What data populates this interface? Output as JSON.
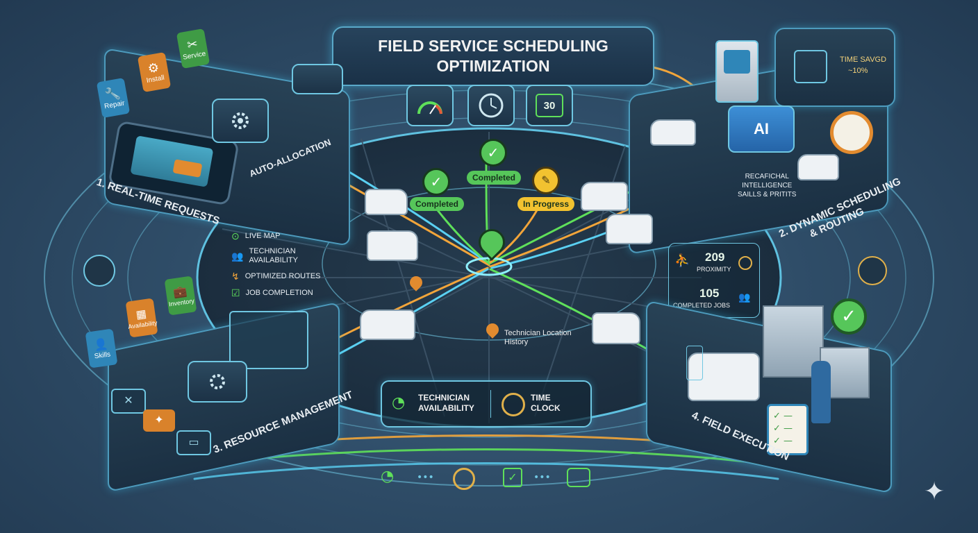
{
  "title": {
    "line1": "FIELD SERVICE SCHEDULING",
    "line2": "OPTIMIZATION"
  },
  "top_icons": {
    "speed": "speedometer-icon",
    "clock": "clock-icon",
    "calendar_day": "30"
  },
  "request_types": [
    {
      "label": "Repair",
      "color": "#2f86b8"
    },
    {
      "label": "Install",
      "color": "#d9822b"
    },
    {
      "label": "Service",
      "color": "#3f9b45"
    }
  ],
  "stages": {
    "s1": "1. REAL-TIME REQUESTS",
    "auto_allocation": "AUTO-ALLOCATION",
    "s2_line1": "2. DYNAMIC SCHEDULING",
    "s2_line2": "& ROUTING",
    "s3": "3. RESOURCE MANAGEMENT",
    "s4": "4. FIELD EXECUTION"
  },
  "ai_panel": {
    "chip_label": "AI",
    "time_saved_line1": "TIME SAVGD",
    "time_saved_line2": "~10%",
    "caption_line1": "RECAFICHAL",
    "caption_line2": "INTELLIGENCE",
    "caption_line3": "SAILLS & PRITITS"
  },
  "legend": [
    {
      "icon": "map-pin-icon",
      "label": "LIVE MAP"
    },
    {
      "icon": "technician-icon",
      "label": "TECHNICIAN AVAILABILITY"
    },
    {
      "icon": "route-icon",
      "label": "OPTIMIZED ROUTES"
    },
    {
      "icon": "check-icon",
      "label": "JOB COMPLETION"
    }
  ],
  "map_badges": [
    {
      "label": "Completed",
      "color": "#56c65a"
    },
    {
      "label": "Completed",
      "color": "#56c65a"
    },
    {
      "label": "In Progress",
      "color": "#f2c230"
    }
  ],
  "map_caption": {
    "line1": "Technician Location",
    "line2": "History"
  },
  "stats": [
    {
      "value": "209",
      "label": "PROXIMITY"
    },
    {
      "value": "105",
      "label": "COMPLETED JOBS"
    }
  ],
  "resource_tiles": [
    {
      "label": "Skills",
      "color": "#2f86b8"
    },
    {
      "label": "Availability",
      "color": "#d9822b"
    },
    {
      "label": "Inventory",
      "color": "#3f9b45"
    }
  ],
  "bottom_bar": {
    "tech_line1": "TECHNICIAN",
    "tech_line2": "AVAILABILITY",
    "clock_line1": "TIME",
    "clock_line2": "CLOCK"
  },
  "bottom_icons": [
    "speedometer-icon",
    "clock-icon",
    "checkbox-icon",
    "van-icon"
  ],
  "colors": {
    "green_route": "#5fe05a",
    "orange_route": "#f2a53a",
    "blue_route": "#5ad0f2",
    "ring": "#6fc7e2"
  }
}
